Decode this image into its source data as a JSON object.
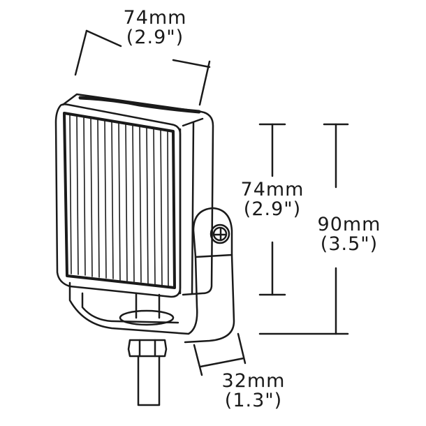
{
  "diagram": {
    "subject": "Square LED work light with mounting bracket",
    "line_color": "#1a1a1a",
    "background": "#ffffff",
    "dimensions": {
      "top_width": {
        "metric": "74mm",
        "imperial": "(2.9\")"
      },
      "lens_height": {
        "metric": "74mm",
        "imperial": "(2.9\")"
      },
      "overall_height": {
        "metric": "90mm",
        "imperial": "(3.5\")"
      },
      "depth": {
        "metric": "32mm",
        "imperial": "(1.3\")"
      }
    }
  }
}
